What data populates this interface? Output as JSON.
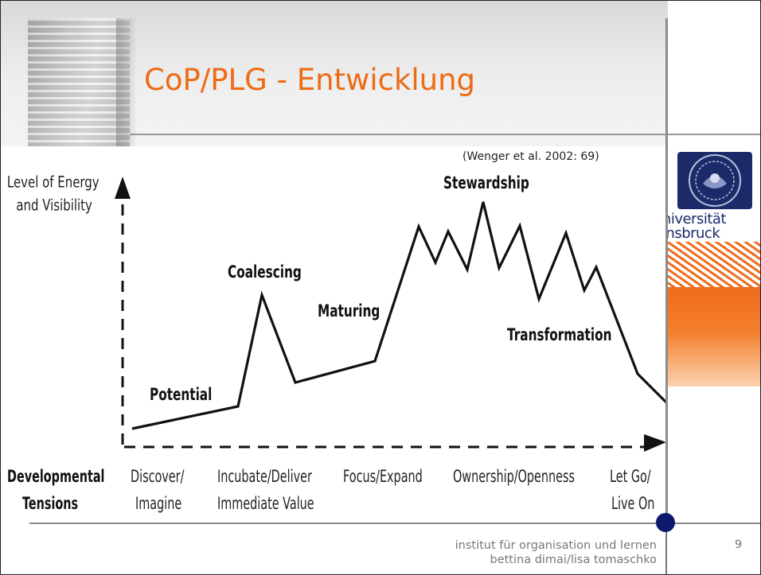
{
  "slide": {
    "title": "CoP/PLG - Entwicklung",
    "citation": "(Wenger et al. 2002: 69)",
    "footer_line1": "institut für organisation und lernen",
    "footer_line2": "bettina dimai/lisa tomaschko",
    "page_number": "9",
    "logo_line1": "universität",
    "logo_line2": "innsbruck"
  },
  "colors": {
    "title": "#ee6a14",
    "logo_orange": "#ef6c1c",
    "logo_blue": "#1c2a6a"
  },
  "diagram": {
    "y_axis_label_line1": "Level of Energy",
    "y_axis_label_line2": "and Visibility",
    "x_axis_label_line1": "Developmental",
    "x_axis_label_line2": "Tensions",
    "stages": [
      "Potential",
      "Coalescing",
      "Maturing",
      "Stewardship",
      "Transformation"
    ],
    "tensions": [
      [
        "Discover/",
        "Imagine"
      ],
      [
        "Incubate/Deliver",
        "Immediate Value"
      ],
      [
        "Focus/Expand",
        ""
      ],
      [
        "Ownership/Openness",
        ""
      ],
      [
        "Let Go/",
        "Live On"
      ]
    ]
  }
}
